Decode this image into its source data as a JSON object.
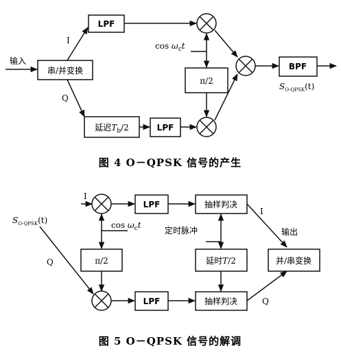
{
  "fig4": {
    "input_label": "输入",
    "i_label": "I",
    "q_label": "Q",
    "sp_label": "串/并变换",
    "lpf_top": "LPF",
    "delay_prefix": "延迟",
    "delay_var": "T",
    "delay_sub": "b",
    "delay_suffix": "/2",
    "lpf_bottom": "LPF",
    "cos_prefix": "cos ",
    "cos_omega": "ω",
    "cos_sub": "c",
    "cos_t": "t",
    "phase_label": "π/2",
    "bpf_label": "BPF",
    "out_S": "S",
    "out_sub": "O-QPSK",
    "out_t": "(t)",
    "caption": "图 4   O－QPSK 信号的产生"
  },
  "fig5": {
    "in_S": "S",
    "in_sub": "O-QPSK",
    "in_t": "(t)",
    "i_label": "I",
    "q_label": "Q",
    "lpf_top": "LPF",
    "lpf_bottom": "LPF",
    "sd_top": "抽样判决",
    "sd_bottom": "抽样判决",
    "cos_prefix": "cos ",
    "cos_omega": "ω",
    "cos_sub": "c",
    "cos_t": "t",
    "timing_label": "定时脉冲",
    "phase_label": "π/2",
    "delay_prefix": "延时",
    "delay_var": "T",
    "delay_suffix": "/2",
    "ps_label": "并/串变换",
    "output_label": "输出",
    "out_i": "I",
    "out_q": "Q",
    "caption": "图 5   O－QPSK 信号的解调"
  }
}
